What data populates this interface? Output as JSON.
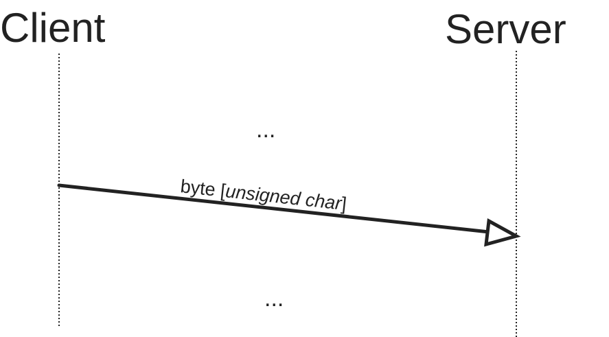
{
  "diagram": {
    "type": "sequence",
    "actors": {
      "client": "Client",
      "server": "Server"
    },
    "ellipsis_top": "...",
    "ellipsis_bottom": "...",
    "message": {
      "from": "client",
      "to": "server",
      "label_plain": "byte [",
      "label_italic": "unsigned char",
      "label_close": "]",
      "arrowhead": "open-triangle"
    },
    "colors": {
      "ink": "#222222",
      "background": "#ffffff"
    }
  }
}
